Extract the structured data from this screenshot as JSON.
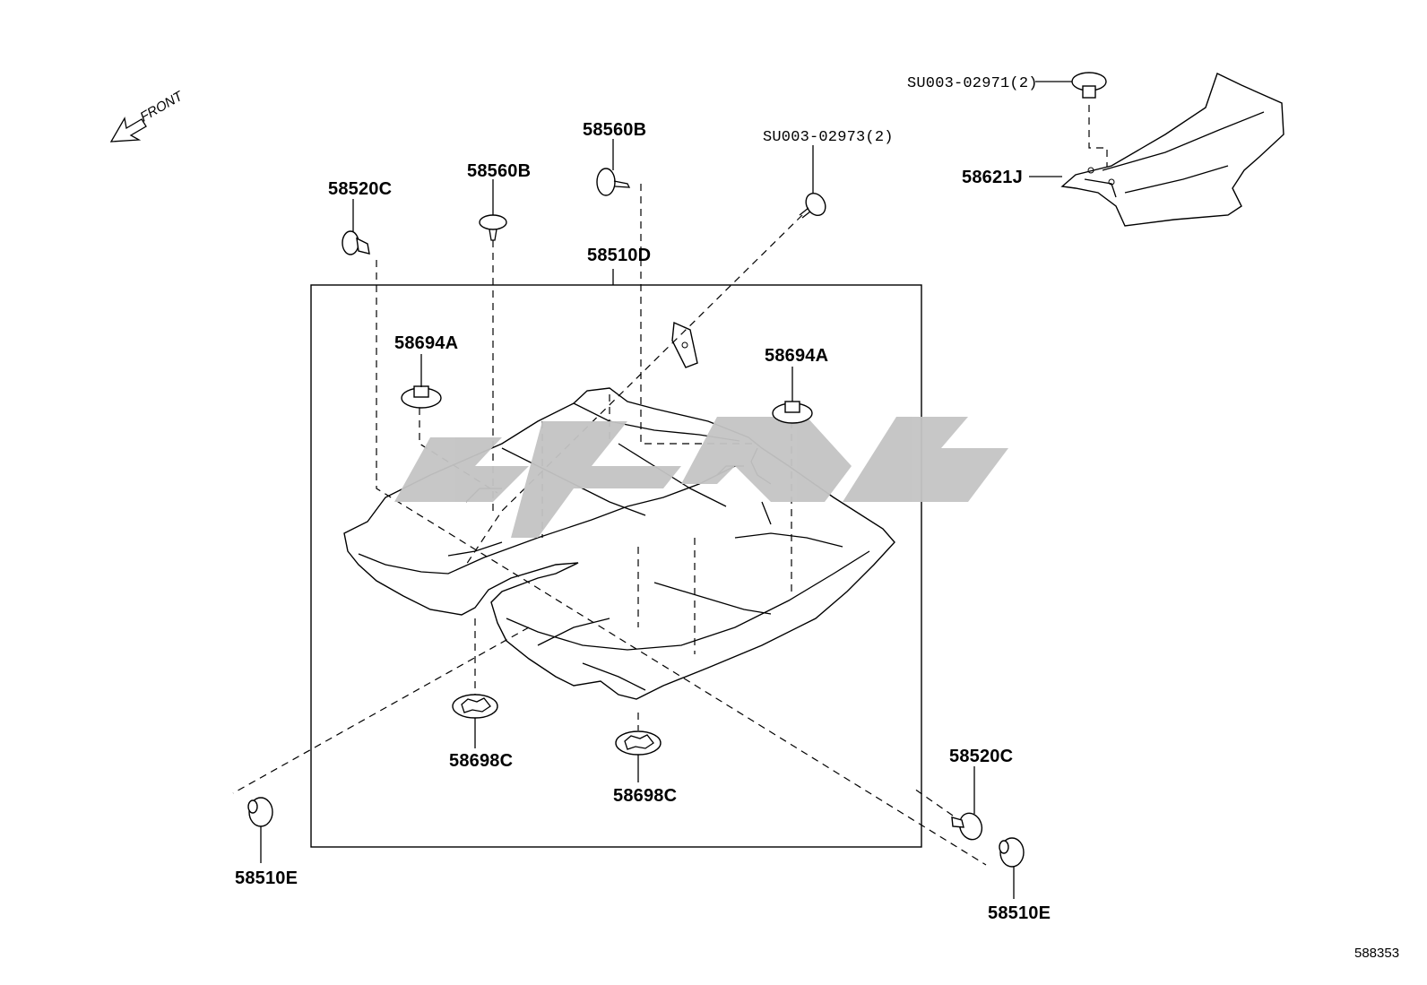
{
  "direction_indicator": {
    "label": "FRONT"
  },
  "reference_number": "588353",
  "parts": {
    "undercover_assembly": "58510D",
    "rear_cover": "58621J",
    "clip_left_top": "58520C",
    "clip_right_bottom": "58520C",
    "screw_a": "58560B",
    "screw_b": "58560B",
    "bolt_top": "SU003-02973(2)",
    "bolt_rear_cover": "SU003-02971(2)",
    "grommet_left": "58694A",
    "grommet_right": "58694A",
    "seal_left": "58698C",
    "seal_center": "58698C",
    "plug_left": "58510E",
    "plug_right": "58510E"
  },
  "watermark_color": "#c4c4c4"
}
